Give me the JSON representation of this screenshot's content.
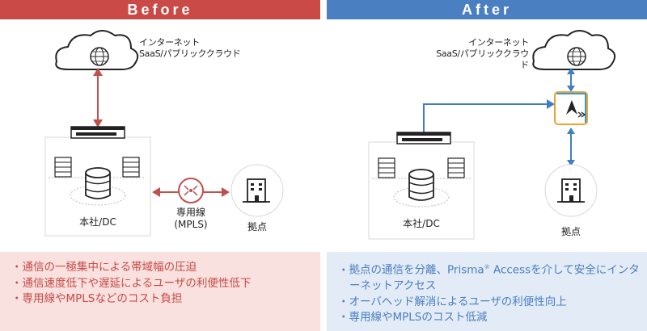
{
  "colors": {
    "before_accent": "#c94a46",
    "after_accent": "#4a7fc1",
    "before_notes_bg": "#f8e1df",
    "after_notes_bg": "#e2ebf6",
    "before_arrow": "#c0504d",
    "after_arrow": "#3f7fbf"
  },
  "before": {
    "header": "Before",
    "cloud_label_1": "インターネット",
    "cloud_label_2": "SaaS/パブリッククラウド",
    "hq_label": "本社/DC",
    "router_label_1": "専用線",
    "router_label_2": "(MPLS)",
    "branch_label": "拠点",
    "notes": [
      "通信の一極集中による帯域幅の圧迫",
      "通信速度低下や遅延によるユーザの利便性低下",
      "専用線やMPLSなどのコスト負担"
    ]
  },
  "after": {
    "header": "After",
    "cloud_label_1": "インターネット",
    "cloud_label_2": "SaaS/パブリッククラウド",
    "hq_label": "本社/DC",
    "branch_label": "拠点",
    "notes": [
      "拠点の通信を分離、Prisma® Accessを介して安全にインターネットアクセス",
      "オーバヘッド解消によるユーザの利便性向上",
      "専用線やMPLSのコスト低減"
    ]
  },
  "icons": [
    "cloud-icon",
    "globe-icon",
    "firewall-appliance-icon",
    "server-icon",
    "database-icon",
    "router-icon",
    "building-icon",
    "prisma-access-icon"
  ]
}
